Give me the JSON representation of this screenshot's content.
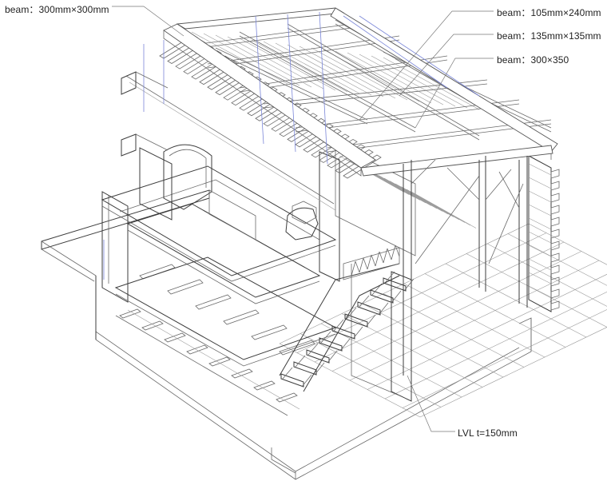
{
  "labels": {
    "beam_300x300": "beam：300mm×300mm",
    "beam_105x240": "beam：105mm×240mm",
    "beam_135x135": "beam：135mm×135mm",
    "beam_300x350": "beam：300×350",
    "lvl": "LVL t=150mm"
  }
}
